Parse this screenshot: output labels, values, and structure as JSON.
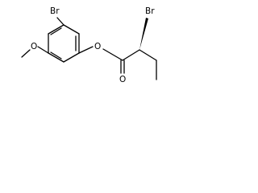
{
  "molecule": {
    "atoms": {
      "br_ring": "Br",
      "o_methoxy": "O",
      "o_ester": "O",
      "o_carbonyl": "O",
      "br_alpha": "Br"
    },
    "colors": {
      "bond": "#000000",
      "label": "#000000",
      "background": "#ffffff"
    }
  }
}
